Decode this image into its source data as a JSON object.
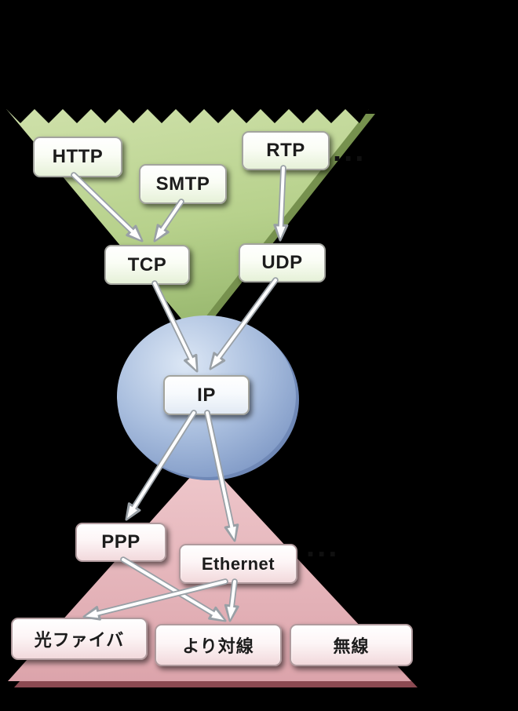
{
  "diagram_type": "protocol-hourglass",
  "background_color": "#000000",
  "colors": {
    "upper_region": "#b7d18c",
    "center_region": "#a9bede",
    "lower_region": "#e3b2b8",
    "arrow_fill": "#ffffff",
    "arrow_outline": "#99a0a6"
  },
  "nodes": {
    "http": {
      "label": "HTTP"
    },
    "smtp": {
      "label": "SMTP"
    },
    "rtp": {
      "label": "RTP"
    },
    "tcp": {
      "label": "TCP"
    },
    "udp": {
      "label": "UDP"
    },
    "ip": {
      "label": "IP"
    },
    "ppp": {
      "label": "PPP"
    },
    "ethernet": {
      "label": "Ethernet"
    },
    "optical_fiber": {
      "label": "光ファイバ"
    },
    "twisted_pair": {
      "label": "より対線"
    },
    "wireless": {
      "label": "無線"
    }
  },
  "ellipsis_upper": "...",
  "ellipsis_lower": "...",
  "edges": [
    {
      "from": "http",
      "to": "tcp"
    },
    {
      "from": "smtp",
      "to": "tcp"
    },
    {
      "from": "rtp",
      "to": "udp"
    },
    {
      "from": "tcp",
      "to": "ip"
    },
    {
      "from": "udp",
      "to": "ip"
    },
    {
      "from": "ip",
      "to": "ppp"
    },
    {
      "from": "ip",
      "to": "ethernet"
    },
    {
      "from": "ppp",
      "to": "twisted_pair"
    },
    {
      "from": "ethernet",
      "to": "optical_fiber"
    },
    {
      "from": "ethernet",
      "to": "twisted_pair"
    }
  ]
}
